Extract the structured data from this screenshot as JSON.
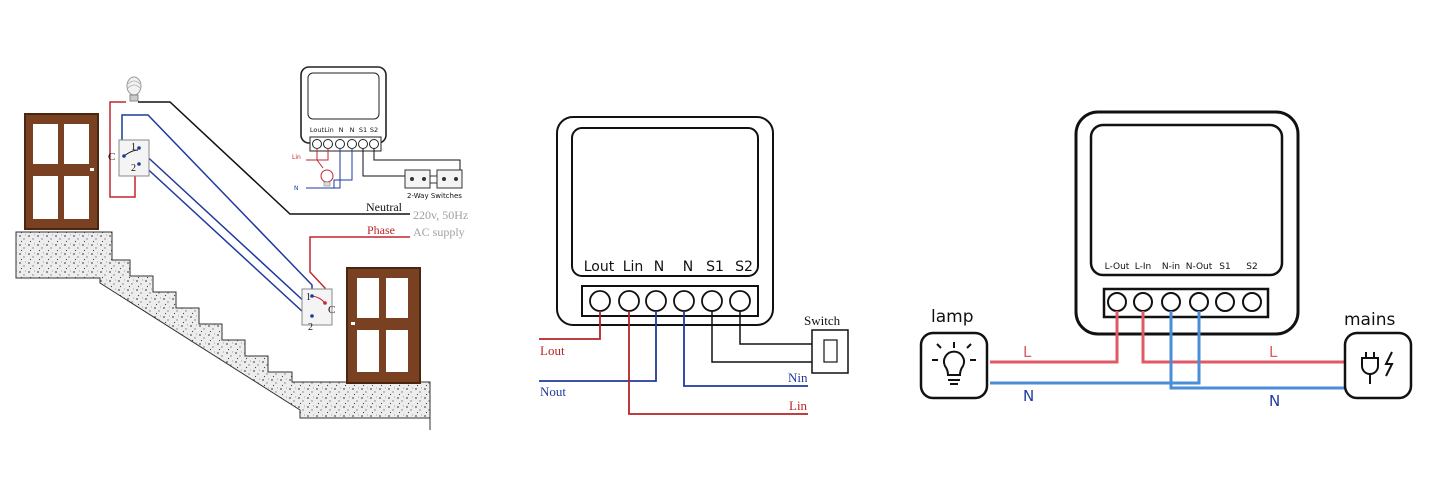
{
  "colors": {
    "live": "#c0272d",
    "neutral": "#1f3a9e",
    "door": "#7a4022",
    "mod3_live": "#e05a66",
    "mod3_neutral": "#4a8ed8",
    "ink": "#111111",
    "grey_note": "#a0a0a0"
  },
  "panel1": {
    "mini_module": {
      "terminals": [
        "Lout",
        "Lin",
        "N",
        "N",
        "S1",
        "S2"
      ],
      "lin_label": "Lin",
      "n_label": "N",
      "switches_caption": "2-Way Switches"
    },
    "switch_top": {
      "c_label": "C",
      "t1": "1",
      "t2": "2"
    },
    "switch_bottom": {
      "c_label": "C",
      "t1": "1",
      "t2": "2"
    },
    "neutral_label": "Neutral",
    "phase_label": "Phase",
    "supply_line1": "220v, 50Hz",
    "supply_line2": "AC supply"
  },
  "panel2": {
    "terminals": [
      "Lout",
      "Lin",
      "N",
      "N",
      "S1",
      "S2"
    ],
    "switch_label": "Switch",
    "wire_labels": {
      "lout": "Lout",
      "nout": "Nout",
      "nin": "Nin",
      "lin": "Lin"
    }
  },
  "panel3": {
    "terminals": [
      "L-Out",
      "L-In",
      "N-in",
      "N-Out",
      "S1",
      "S2"
    ],
    "lamp_label": "lamp",
    "mains_label": "mains",
    "left_L": "L",
    "left_N": "N",
    "right_L": "L",
    "right_N": "N"
  }
}
